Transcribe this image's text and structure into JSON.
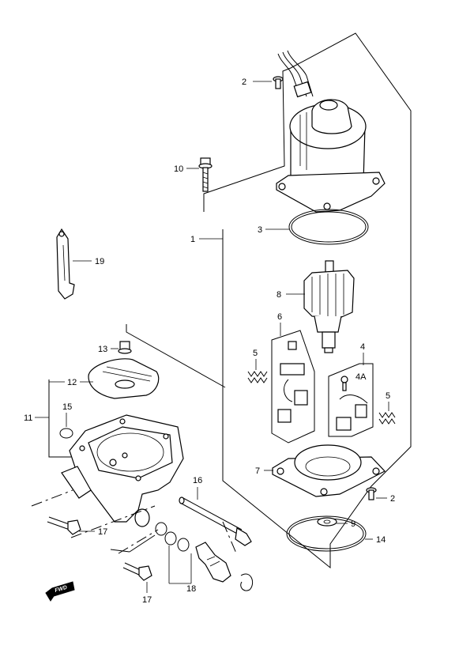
{
  "callouts": {
    "c1": "1",
    "c2a": "2",
    "c2b": "2",
    "c3": "3",
    "c4": "4",
    "c4a": "4A",
    "c5a": "5",
    "c5b": "5",
    "c6": "6",
    "c7": "7",
    "c8": "8",
    "c9": "9",
    "c10": "10",
    "c11": "11",
    "c12": "12",
    "c13": "13",
    "c14": "14",
    "c15": "15",
    "c16": "16",
    "c17a": "17",
    "c17b": "17",
    "c18": "18",
    "c19": "19"
  },
  "direction_marker": "FWD"
}
